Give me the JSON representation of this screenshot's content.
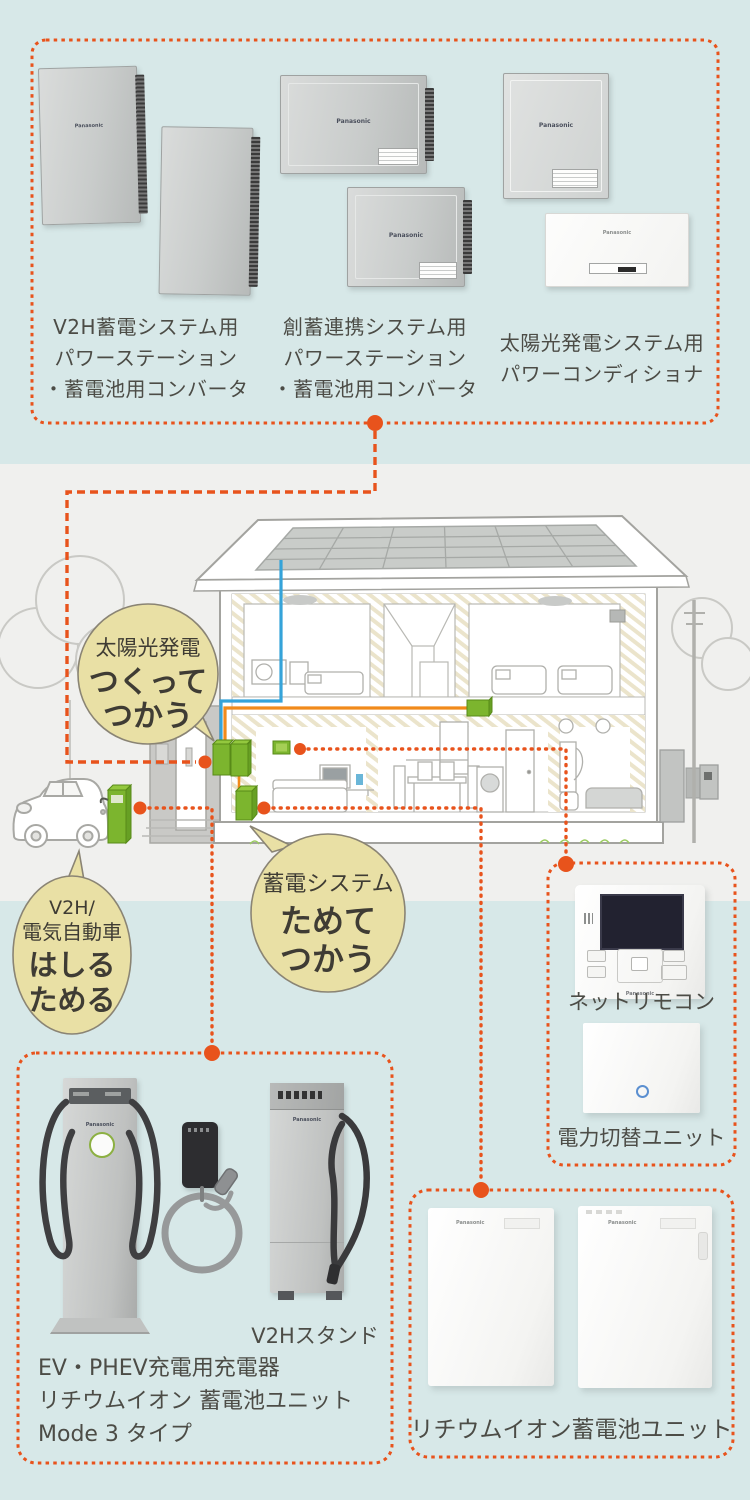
{
  "brand": "Panasonic",
  "colors": {
    "accent_orange": "#e8531c",
    "background_blue": "#d7e8e8",
    "background_gray": "#f0f0ee",
    "wire_blue": "#35a3d9",
    "wire_orange": "#f18a1b",
    "device_green": "#7cb52e",
    "bubble_fill": "#e9e0a5"
  },
  "top_box": {
    "labels": [
      {
        "line1": "V2H蓄電システム用",
        "line2": "パワーステーション",
        "line3": "・蓄電池用コンバータ"
      },
      {
        "line1": "創蓄連携システム用",
        "line2": "パワーステーション",
        "line3": "・蓄電池用コンバータ"
      },
      {
        "line1": "太陽光発電システム用",
        "line2": "パワーコンディショナ"
      }
    ]
  },
  "bubbles": {
    "solar": {
      "title": "太陽光発電",
      "big1": "つくって",
      "big2": "つかう"
    },
    "v2h": {
      "title1": "V2H/",
      "title2": "電気自動車",
      "big1": "はしる",
      "big2": "ためる"
    },
    "storage": {
      "title": "蓄電システム",
      "big1": "ためて",
      "big2": "つかう"
    }
  },
  "right_box": {
    "remote_label": "ネットリモコン",
    "switch_label": "電力切替ユニット"
  },
  "ev_box": {
    "stand_label": "V2Hスタンド",
    "caption1": "EV・PHEV充電用充電器",
    "caption2": "リチウムイオン 蓄電池ユニット",
    "caption3": "Mode 3 タイプ"
  },
  "battery_box": {
    "label": "リチウムイオン蓄電池ユニット"
  }
}
